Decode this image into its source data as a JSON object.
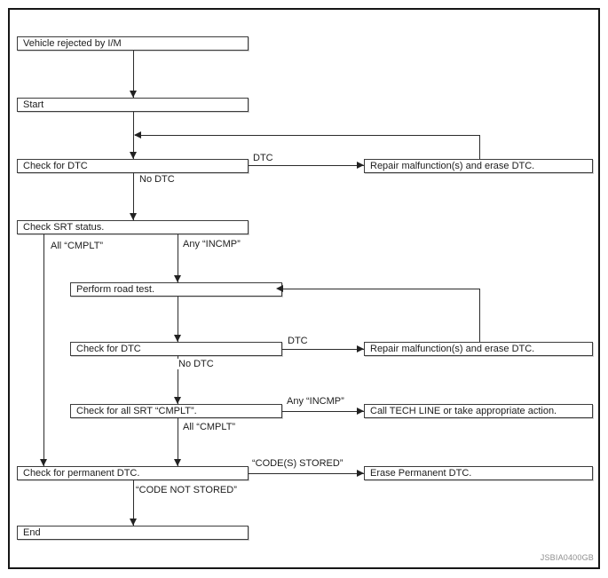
{
  "diagram": {
    "title_hint": "I/M readiness diagnosis flowchart",
    "watermark": "JSBIA0400GB",
    "nodes": {
      "vehicle_rejected": "Vehicle rejected by I/M",
      "start": "Start",
      "check_dtc_1": "Check for DTC",
      "repair_1": "Repair malfunction(s) and erase DTC.",
      "check_srt": "Check SRT status.",
      "road_test": "Perform road test.",
      "check_dtc_2": "Check for DTC",
      "repair_2": "Repair malfunction(s) and erase DTC.",
      "check_all_srt": "Check for all SRT “CMPLT”.",
      "call_tech_line": "Call TECH LINE or take appropriate action.",
      "check_permanent": "Check for permanent DTC.",
      "erase_permanent": "Erase Permanent DTC.",
      "end": "End"
    },
    "labels": {
      "dtc_1": "DTC",
      "no_dtc_1": "No DTC",
      "all_cmplt_1": "All “CMPLT”",
      "any_incmp_1": "Any “INCMP”",
      "dtc_2": "DTC",
      "no_dtc_2": "No DTC",
      "any_incmp_2": "Any “INCMP”",
      "all_cmplt_2": "All “CMPLT”",
      "codes_stored": "“CODE(S) STORED”",
      "code_not_stored": "“CODE NOT STORED”"
    },
    "colors": {
      "line": "#2b2b2b",
      "box_border": "#3c3c3c",
      "background": "#ffffff",
      "watermark_gray": "#8f8f8f"
    }
  }
}
